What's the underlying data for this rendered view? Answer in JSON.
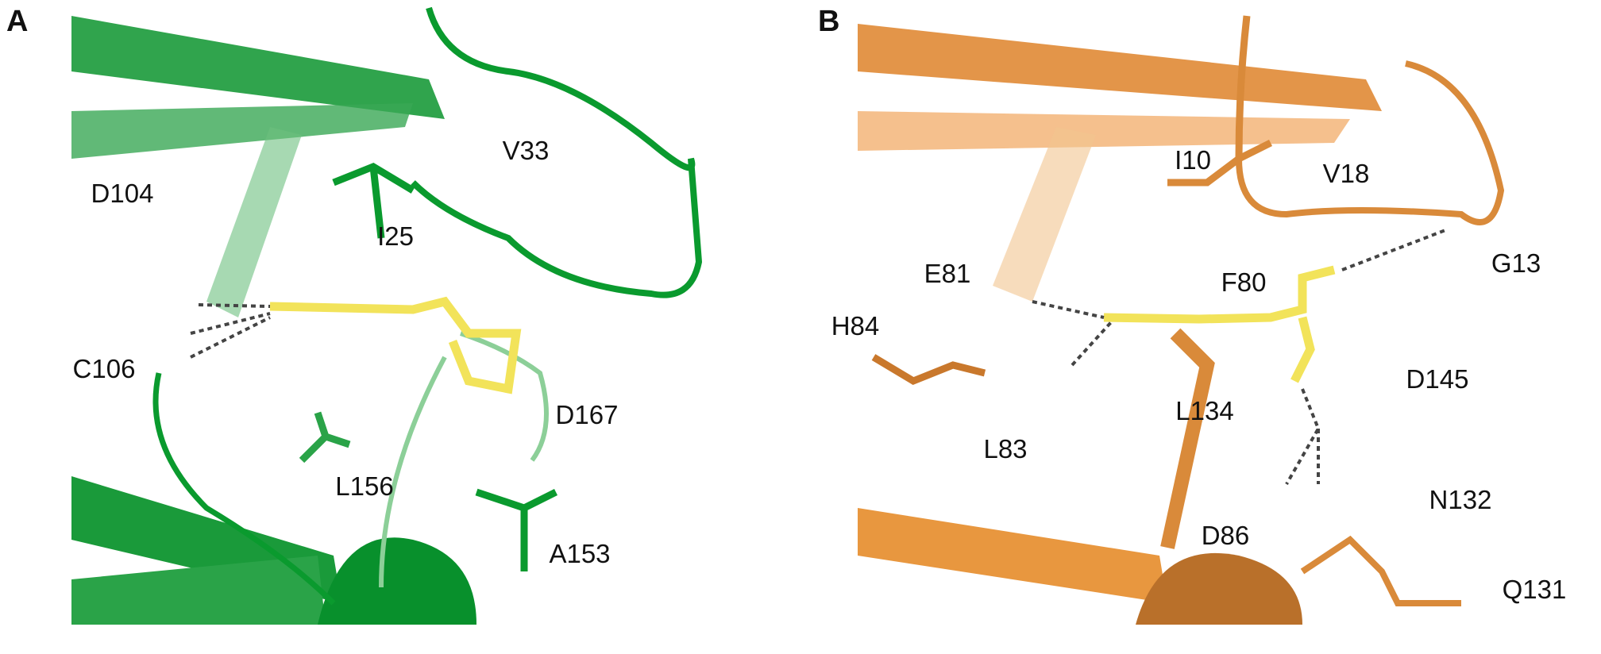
{
  "panels": [
    {
      "letter": "A",
      "labels": [
        "V33",
        "D104",
        "I25",
        "C106",
        "D167",
        "L156",
        "A153"
      ]
    },
    {
      "letter": "B",
      "labels": [
        "I10",
        "V18",
        "G13",
        "E81",
        "F80",
        "H84",
        "D145",
        "L134",
        "L83",
        "N132",
        "D86",
        "Q131"
      ]
    }
  ],
  "colors": {
    "panel_a_protein": "#0a9a2e",
    "panel_b_protein": "#e08a35",
    "ligand": "#f2e35a",
    "nitrogen": "#5560b8",
    "oxygen": "#d85a5a"
  }
}
